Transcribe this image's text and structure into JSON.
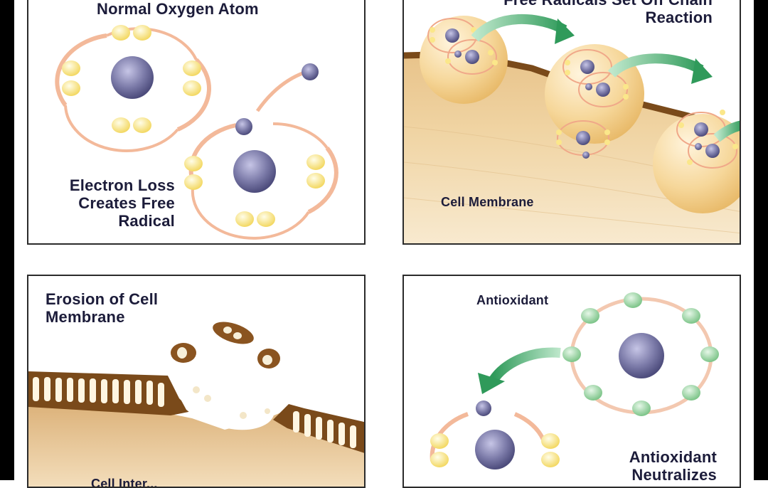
{
  "panels": {
    "normal": {
      "title": "Normal Oxygen Atom",
      "caption": "Electron Loss\nCreates Free\nRadical"
    },
    "chain": {
      "title": "Free Radicals Set Off Chain\nReaction",
      "membrane_label": "Cell Membrane"
    },
    "erosion": {
      "title": "Erosion of Cell\nMembrane",
      "membrane_label": "Cell Inter..."
    },
    "antioxidant": {
      "title": "Antioxidant",
      "caption": "Antioxidant\nNeutralizes"
    }
  },
  "colors": {
    "nucleus": "#7b7aa8",
    "orbit": "#f3b99a",
    "electron_yellow": "#fbe78a",
    "electron_green": "#9fd7a6",
    "membrane_tan": "#e6c792",
    "membrane_brown": "#7a4a1a",
    "arrow_green": "#3aa866",
    "cell_sphere": "#f6d79a"
  },
  "icons": [
    "nucleus-icon",
    "electron-icon",
    "free-electron-icon",
    "green-arrow-icon",
    "cell-sphere-icon",
    "lipid-bilayer-icon",
    "debris-icon"
  ]
}
